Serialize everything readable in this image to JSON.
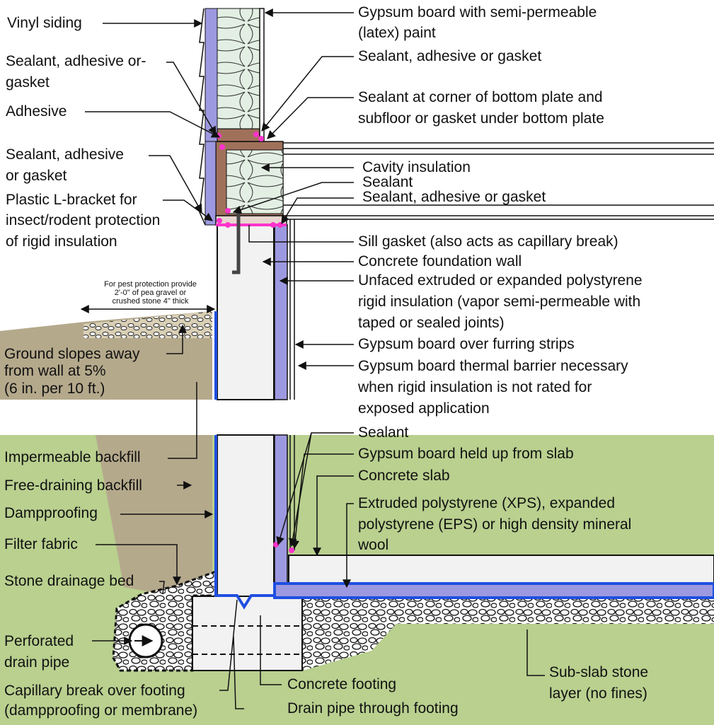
{
  "colors": {
    "ground": "#b5a98c",
    "grass": "#b9d08f",
    "insulation_blue": "#9d99e0",
    "membrane_blue": "#1f4fe0",
    "sealant_pink": "#ff33cc",
    "wood": "#a0715a",
    "concrete": "#f2f2f2"
  },
  "labels": {
    "vinyl_siding": "Vinyl siding",
    "sealant_top_left": [
      "Sealant, adhesive or-",
      "gasket"
    ],
    "adhesive": "Adhesive",
    "sealant_mid_left": [
      "Sealant, adhesive",
      "or gasket"
    ],
    "l_bracket": [
      "Plastic L-bracket for",
      "insect/rodent protection",
      "of rigid insulation"
    ],
    "pest_note": [
      "For pest protection provide",
      "2'-0\" of pea gravel or",
      "crushed stone 4\" thick"
    ],
    "ground_slope": [
      "Ground slopes away",
      "from wall at 5%",
      "(6 in. per 10 ft.)"
    ],
    "impermeable_backfill": "Impermeable backfill",
    "free_draining_backfill": "Free-draining backfill",
    "dampproofing": "Dampproofing",
    "filter_fabric": "Filter fabric",
    "stone_drainage_bed": "Stone drainage bed",
    "perforated_drain": [
      "Perforated",
      "drain pipe"
    ],
    "capillary_break": [
      "Capillary break over footing",
      "(dampproofing or membrane)"
    ],
    "gypsum_paint": [
      "Gypsum board with semi-permeable",
      "(latex) paint"
    ],
    "sealant_top_right": "Sealant, adhesive or gasket",
    "sealant_corner": [
      "Sealant at corner of bottom plate and",
      "subfloor or gasket under bottom plate"
    ],
    "cavity_insulation": "Cavity insulation",
    "sealant_right": "Sealant",
    "sealant_right_2": "Sealant, adhesive or gasket",
    "sill_gasket": "Sill gasket (also acts as capillary break)",
    "foundation_wall": "Concrete foundation wall",
    "rigid_insulation": [
      "Unfaced extruded or expanded polystyrene",
      "rigid insulation (vapor semi-permeable with",
      "taped or sealed joints)"
    ],
    "gypsum_furring": "Gypsum board over furring strips",
    "thermal_barrier": [
      "Gypsum board thermal barrier necessary",
      "when rigid insulation is not rated for",
      "exposed application"
    ],
    "sealant_lower": "Sealant",
    "gypsum_held": "Gypsum board held up from slab",
    "concrete_slab": "Concrete slab",
    "xps": [
      "Extruded polystyrene (XPS), expanded",
      "polystyrene (EPS) or high density mineral",
      "wool"
    ],
    "concrete_footing": "Concrete footing",
    "drain_through_footing": "Drain pipe through footing",
    "sub_slab": [
      "Sub-slab stone",
      "layer (no fines)"
    ]
  }
}
